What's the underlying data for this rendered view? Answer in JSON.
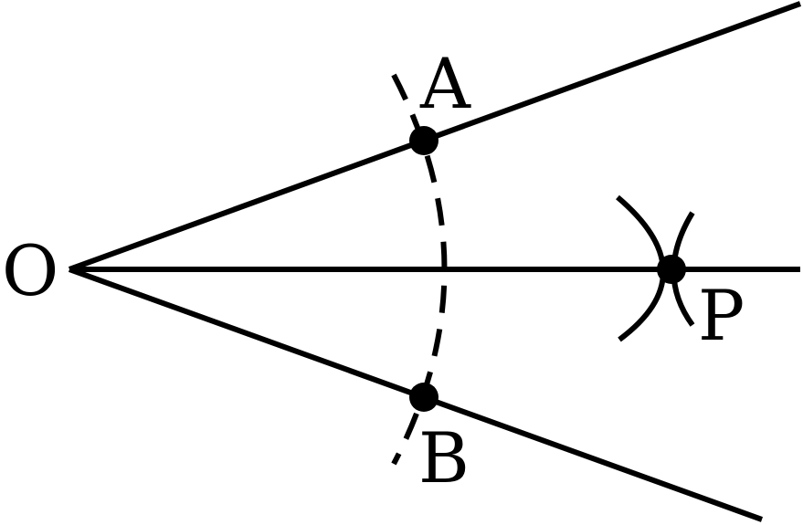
{
  "labels": {
    "origin": "O",
    "point_a": "A",
    "point_b": "B",
    "point_p": "P"
  },
  "colors": {
    "stroke": "#000000",
    "background": "#ffffff"
  }
}
